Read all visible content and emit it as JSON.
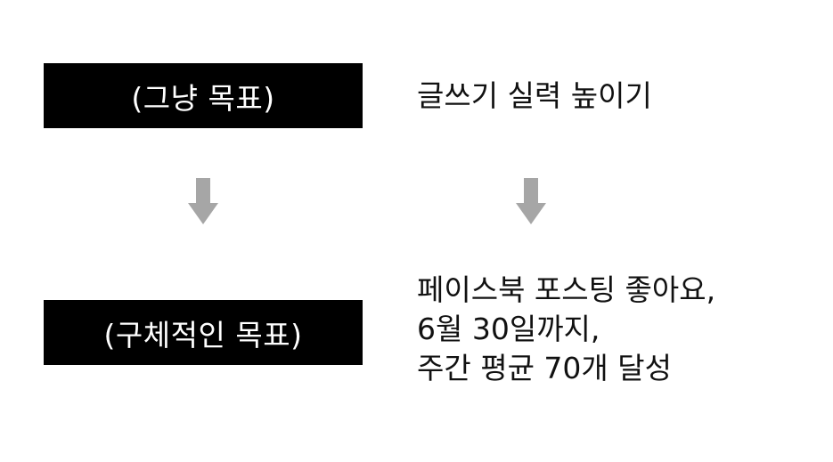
{
  "general_goal": {
    "label": "(그냥 목표)",
    "text": "글쓰기 실력 높이기"
  },
  "specific_goal": {
    "label": "(구체적인 목표)",
    "lines": [
      "페이스북 포스팅 좋아요,",
      "6월 30일까지,",
      "주간 평균 70개 달성"
    ]
  },
  "colors": {
    "box_fill": "#000000",
    "box_text": "#ffffff",
    "arrow": "#a6a6a6",
    "body_text": "#111111"
  },
  "icons": {
    "arrow": "arrow-down-icon"
  }
}
